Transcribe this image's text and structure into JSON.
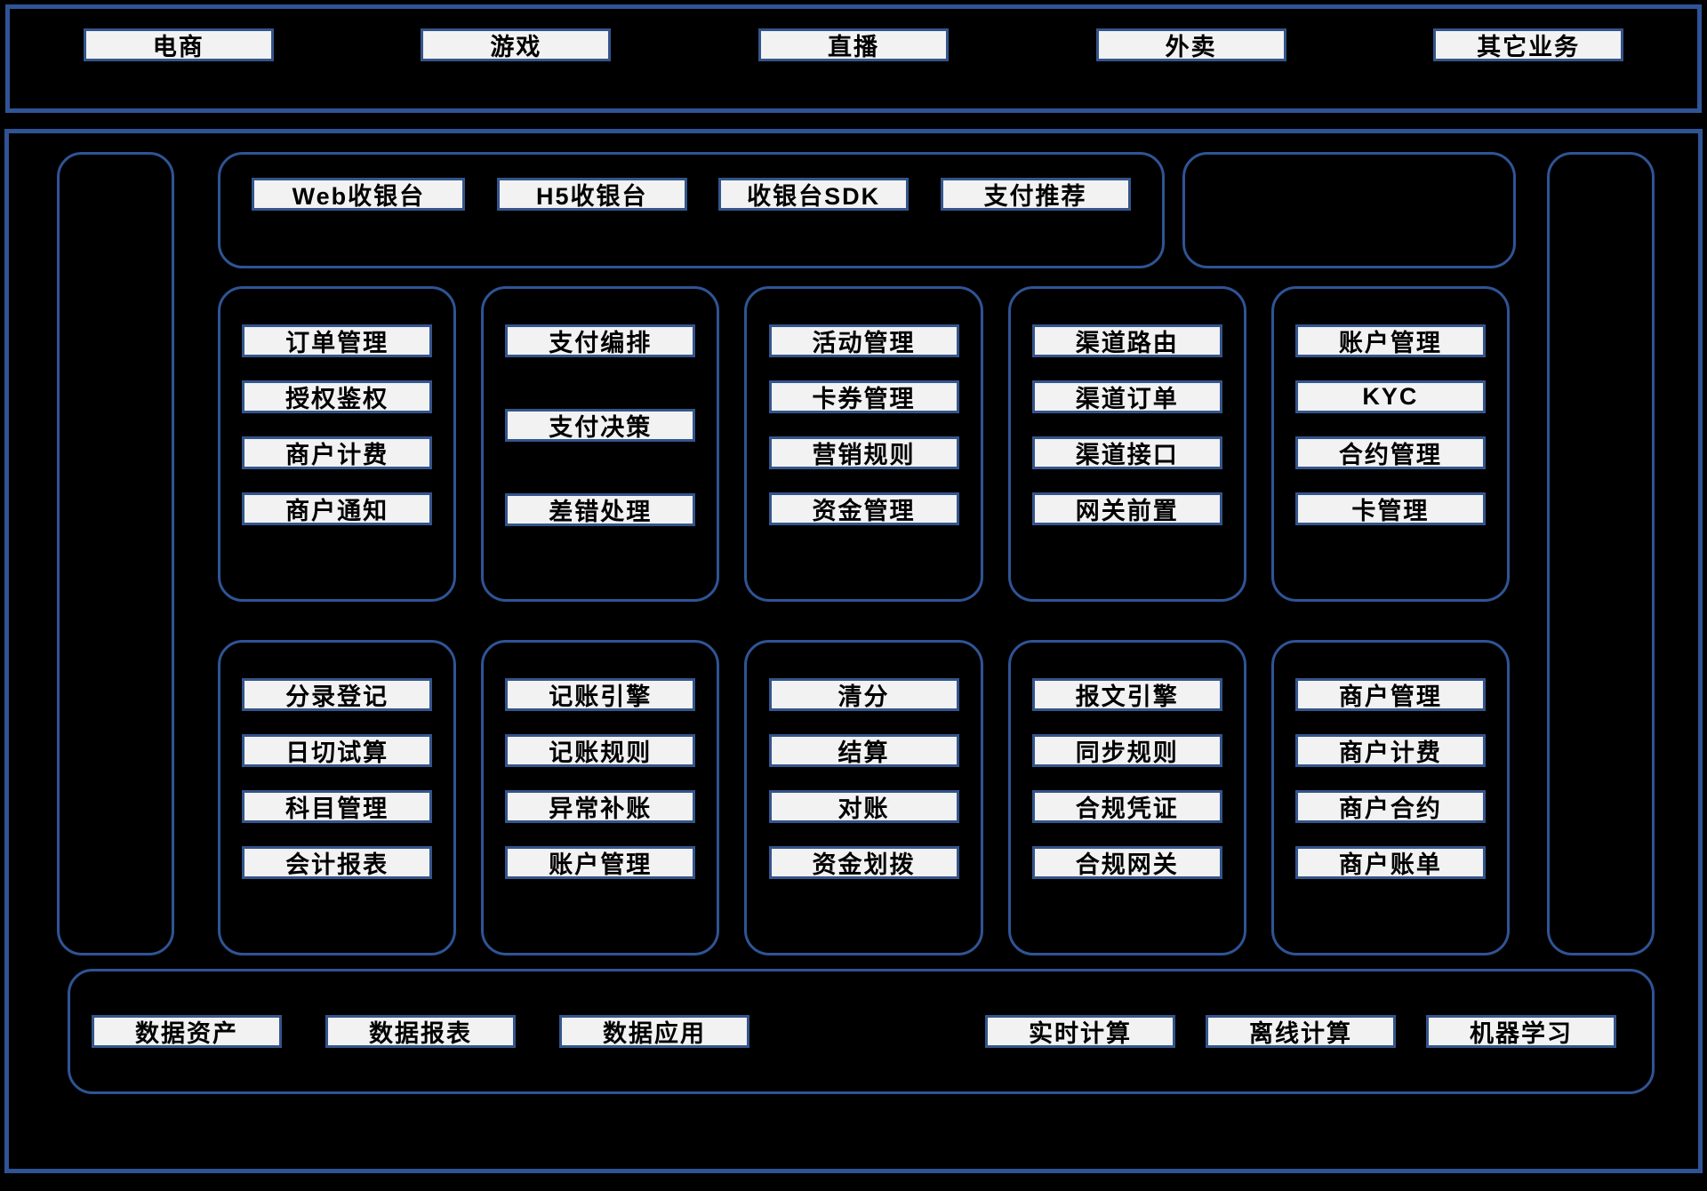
{
  "colors": {
    "background": "#000000",
    "border_strong": "#2F5496",
    "border_light": "#34558C",
    "box_fill": "#F2F2F2",
    "text": "#000000"
  },
  "industries": [
    "电商",
    "游戏",
    "直播",
    "外卖",
    "其它业务"
  ],
  "checkout": [
    "Web收银台",
    "H5收银台",
    "收银台SDK",
    "支付推荐"
  ],
  "grid1": [
    [
      "订单管理",
      "授权鉴权",
      "商户计费",
      "商户通知"
    ],
    [
      "支付编排",
      "支付决策",
      "差错处理"
    ],
    [
      "活动管理",
      "卡券管理",
      "营销规则",
      "资金管理"
    ],
    [
      "渠道路由",
      "渠道订单",
      "渠道接口",
      "网关前置"
    ],
    [
      "账户管理",
      "KYC",
      "合约管理",
      "卡管理"
    ]
  ],
  "grid2": [
    [
      "分录登记",
      "日切试算",
      "科目管理",
      "会计报表"
    ],
    [
      "记账引擎",
      "记账规则",
      "异常补账",
      "账户管理"
    ],
    [
      "清分",
      "结算",
      "对账",
      "资金划拨"
    ],
    [
      "报文引擎",
      "同步规则",
      "合规凭证",
      "合规网关"
    ],
    [
      "商户管理",
      "商户计费",
      "商户合约",
      "商户账单"
    ]
  ],
  "data_layer": {
    "left": [
      "数据资产",
      "数据报表",
      "数据应用"
    ],
    "right": [
      "实时计算",
      "离线计算",
      "机器学习"
    ]
  }
}
